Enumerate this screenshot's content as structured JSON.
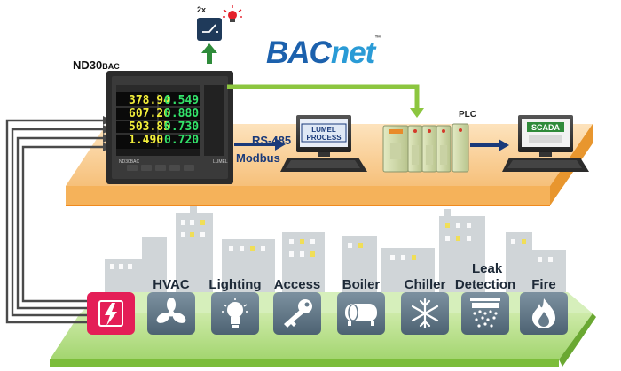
{
  "device": {
    "title": "ND30",
    "title_suffix": "BAC",
    "front_model": "ND30BAC",
    "front_brand": "LUMEL",
    "switch_multiplier": "2x",
    "readings_left": [
      "378.94",
      "607.26",
      "503.85",
      "1.490"
    ],
    "readings_right": [
      "0.549",
      "0.880",
      "0.730",
      "0.720"
    ]
  },
  "protocol": {
    "bus": "RS-485",
    "name": "Modbus"
  },
  "bacnet_logo": {
    "part1": "BAC",
    "part2": "net",
    "tm": "™"
  },
  "computers": {
    "process_line1": "LUMEL",
    "process_line2": "PROCESS",
    "scada": "SCADA"
  },
  "plc_label": "PLC",
  "building_systems": [
    {
      "label": "",
      "icon": "lightning-icon"
    },
    {
      "label": "HVAC",
      "icon": "fan-icon"
    },
    {
      "label": "Lighting",
      "icon": "lightbulb-icon"
    },
    {
      "label": "Access",
      "icon": "key-icon"
    },
    {
      "label": "Boiler",
      "icon": "boiler-icon"
    },
    {
      "label": "Chiller",
      "icon": "snowflake-icon"
    },
    {
      "label": "Detection",
      "label_top": "Leak",
      "icon": "leak-icon"
    },
    {
      "label": "Fire",
      "icon": "flame-icon"
    }
  ],
  "colors": {
    "platform": "#f7c98a",
    "platform_edge": "#f08a1e",
    "ground": "#b6e08a",
    "ground_edge": "#7cbd3a",
    "city": "#d0d5d8",
    "icon_tile": "#5e7383",
    "power_tile": "#e41e57",
    "arrow_blue": "#1a3a7a",
    "arrow_green": "#8cc63f",
    "arrow_dark_green": "#2e8b3a"
  }
}
